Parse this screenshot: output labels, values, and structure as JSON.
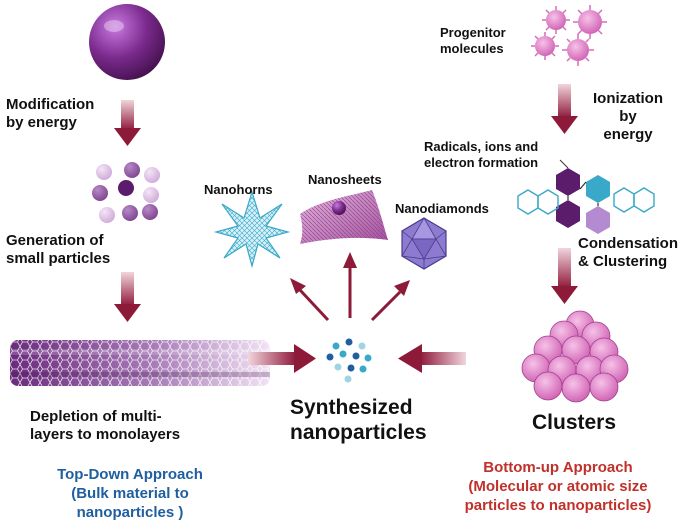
{
  "top_down": {
    "step1": "Modification\nby energy",
    "step2": "Generation of\nsmall particles",
    "step3": "Depletion of multi-\nlayers to monolayers",
    "approach": "Top-Down Approach\n(Bulk material to\nnanoparticles )"
  },
  "center": {
    "products": [
      "Nanohorns",
      "Nanosheets",
      "Nanodiamonds"
    ],
    "result": "Synthesized\nnanoparticles"
  },
  "bottom_up": {
    "start": "Progenitor\nmolecules",
    "step1": "Ionization\nby\nenergy",
    "step2": "Radicals, ions and\nelectron formation",
    "step3": "Condensation\n& Clustering",
    "result": "Clusters",
    "approach": "Bottom-up Approach\n(Molecular or atomic size\nparticles to nanoparticles)"
  },
  "colors": {
    "arrow": "#8e1a3a",
    "purple": "#7a2a8c",
    "cyan": "#3aa8c8",
    "pink": "#e47fc6",
    "top_down_text": "#1f5fa0",
    "bottom_up_text": "#c0312b"
  }
}
